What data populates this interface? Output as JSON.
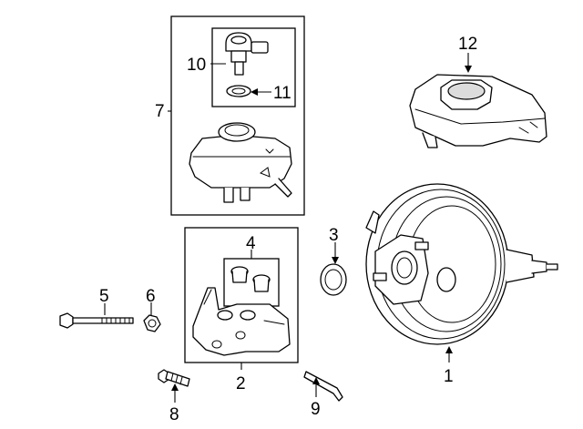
{
  "callouts": {
    "c1": "1",
    "c2": "2",
    "c3": "3",
    "c4": "4",
    "c5": "5",
    "c6": "6",
    "c7": "7",
    "c8": "8",
    "c9": "9",
    "c10": "10",
    "c11": "11",
    "c12": "12"
  },
  "colors": {
    "line": "#000000",
    "background": "#ffffff",
    "shade": "#dcdcdc"
  }
}
